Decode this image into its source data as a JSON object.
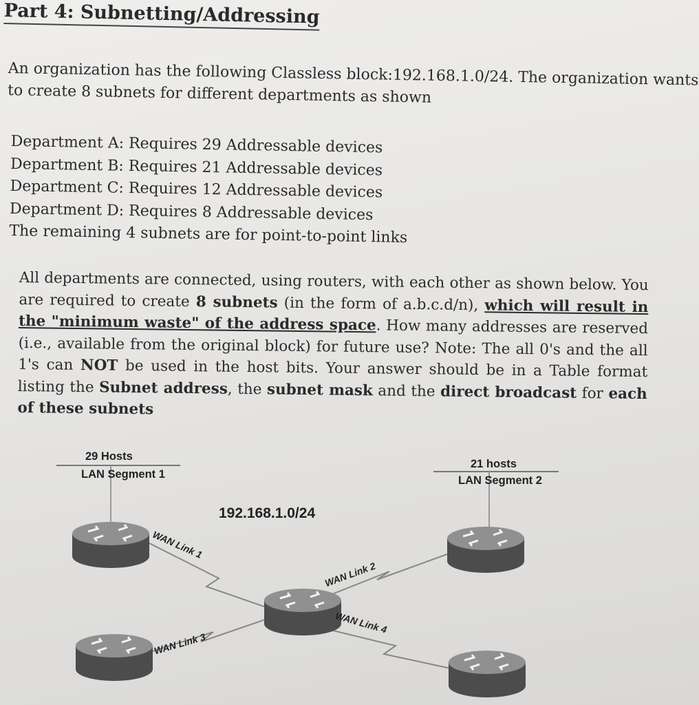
{
  "title": "Part 4: Subnetting/Addressing",
  "intro": {
    "line1": "An organization has the following Classless block:192.168.1.0/24. The organization wants",
    "line2": "to create 8 subnets for different departments as shown"
  },
  "departments": [
    "Department A: Requires 29 Addressable devices",
    "Department B: Requires 21 Addressable devices",
    "Department C: Requires 12 Addressable devices",
    "Department D: Requires 8 Addressable devices",
    "The remaining 4 subnets are for point-to-point links"
  ],
  "requirement": {
    "t1": "All departments are connected, using routers, with each other as shown below. You are required to create ",
    "t2": "8 subnets",
    "t3": " (in the form of a.b.c.d/n), ",
    "t4": "which will result in the \"minimum waste\" of the address space",
    "t5": ". How many addresses are reserved (i.e., available from the original block) for future use? Note: The all 0's and the all 1's can ",
    "t6": "NOT",
    "t7": " be used in the host bits. Your answer should be in a Table format listing the ",
    "t8": "Subnet address",
    "t9": ", the ",
    "t10": "subnet mask",
    "t11": " and the ",
    "t12": "direct broadcast",
    "t13": " for ",
    "t14": "each of these subnets"
  },
  "diagram": {
    "lan1_hosts": "29 Hosts",
    "lan1_label": "LAN Segment 1",
    "lan2_hosts": "21 hosts",
    "lan2_label": "LAN Segment 2",
    "network": "192.168.1.0/24",
    "wan1": "WAN Link 1",
    "wan2": "WAN Link 2",
    "wan3": "WAN Link 3",
    "wan4": "WAN Link 4"
  }
}
